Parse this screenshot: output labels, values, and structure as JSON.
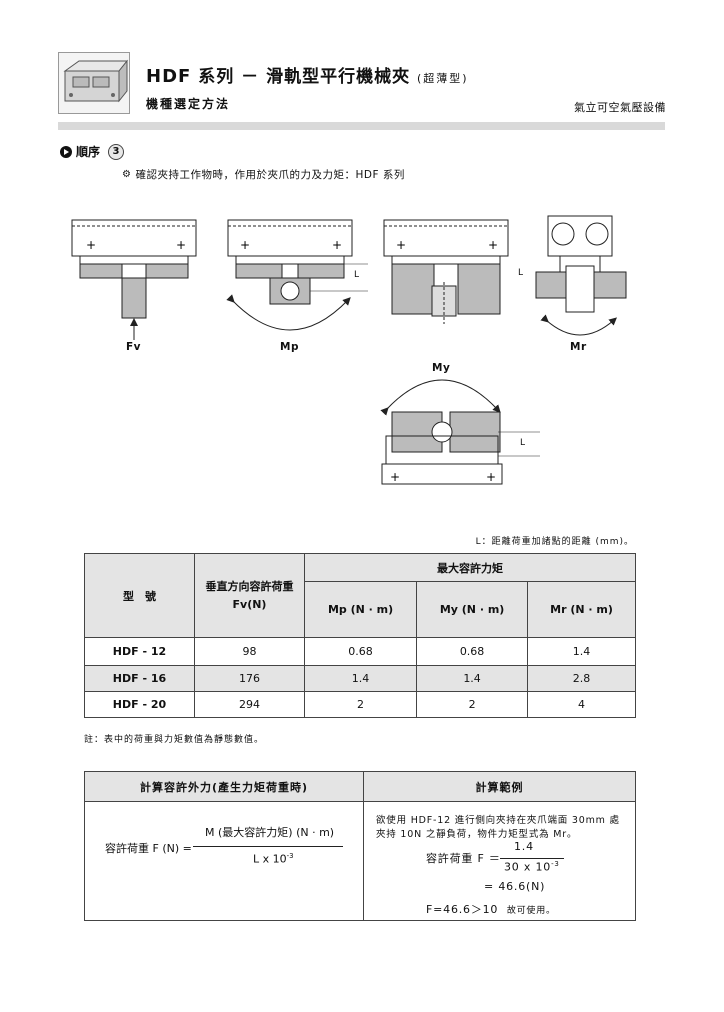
{
  "header": {
    "series_name": "HDF",
    "title_main": " 系列 － 滑軌型平行機械夾",
    "title_sub": "(超薄型)",
    "subtitle": "機種選定方法",
    "company": "氣立可空氣壓設備"
  },
  "step": {
    "label": "順序",
    "number": "3",
    "instruction": "確認夾持工作物時，作用於夾爪的力及力矩：HDF 系列"
  },
  "diagram_labels": {
    "fv": "Fv",
    "mp": "Mp",
    "mr": "Mr",
    "my": "My",
    "l": "L"
  },
  "note_distance": "L：距離荷重加諸點的距離 (mm)。",
  "spec_table": {
    "col_model": "型　號",
    "col_fv_line1": "垂直方向容許荷重",
    "col_fv_line2": "Fv(N)",
    "col_group": "最大容許力矩",
    "col_mp": "Mp (N · m)",
    "col_my": "My (N · m)",
    "col_mr": "Mr (N · m)",
    "rows": [
      {
        "model": "HDF - 12",
        "fv": "98",
        "mp": "0.68",
        "my": "0.68",
        "mr": "1.4"
      },
      {
        "model": "HDF - 16",
        "fv": "176",
        "mp": "1.4",
        "my": "1.4",
        "mr": "2.8"
      },
      {
        "model": "HDF - 20",
        "fv": "294",
        "mp": "2",
        "my": "2",
        "mr": "4"
      }
    ]
  },
  "note_static": "註：表中的荷重與力矩數值為靜態數值。",
  "calc": {
    "left_head": "計算容許外力(產生力矩荷重時)",
    "right_head": "計算範例",
    "formula_lhs": "容許荷重 F (N) =",
    "formula_num": "M (最大容許力矩) (N · m)",
    "formula_den": "L x 10",
    "formula_exp": "-3",
    "example_line1": "欲使用 HDF-12 進行側向夾持在夾爪端面 30mm 處",
    "example_line2": "夾持 10N 之靜負荷，物件力矩型式為 Mr。",
    "example_lhs": "容許荷重 F ＝",
    "example_num": "1.4",
    "example_den": "30 x 10",
    "example_exp": "-3",
    "example_result": "= 46.6(N)",
    "example_conclusion": "F=46.6＞10",
    "example_conclusion_tail": "故可使用。"
  }
}
